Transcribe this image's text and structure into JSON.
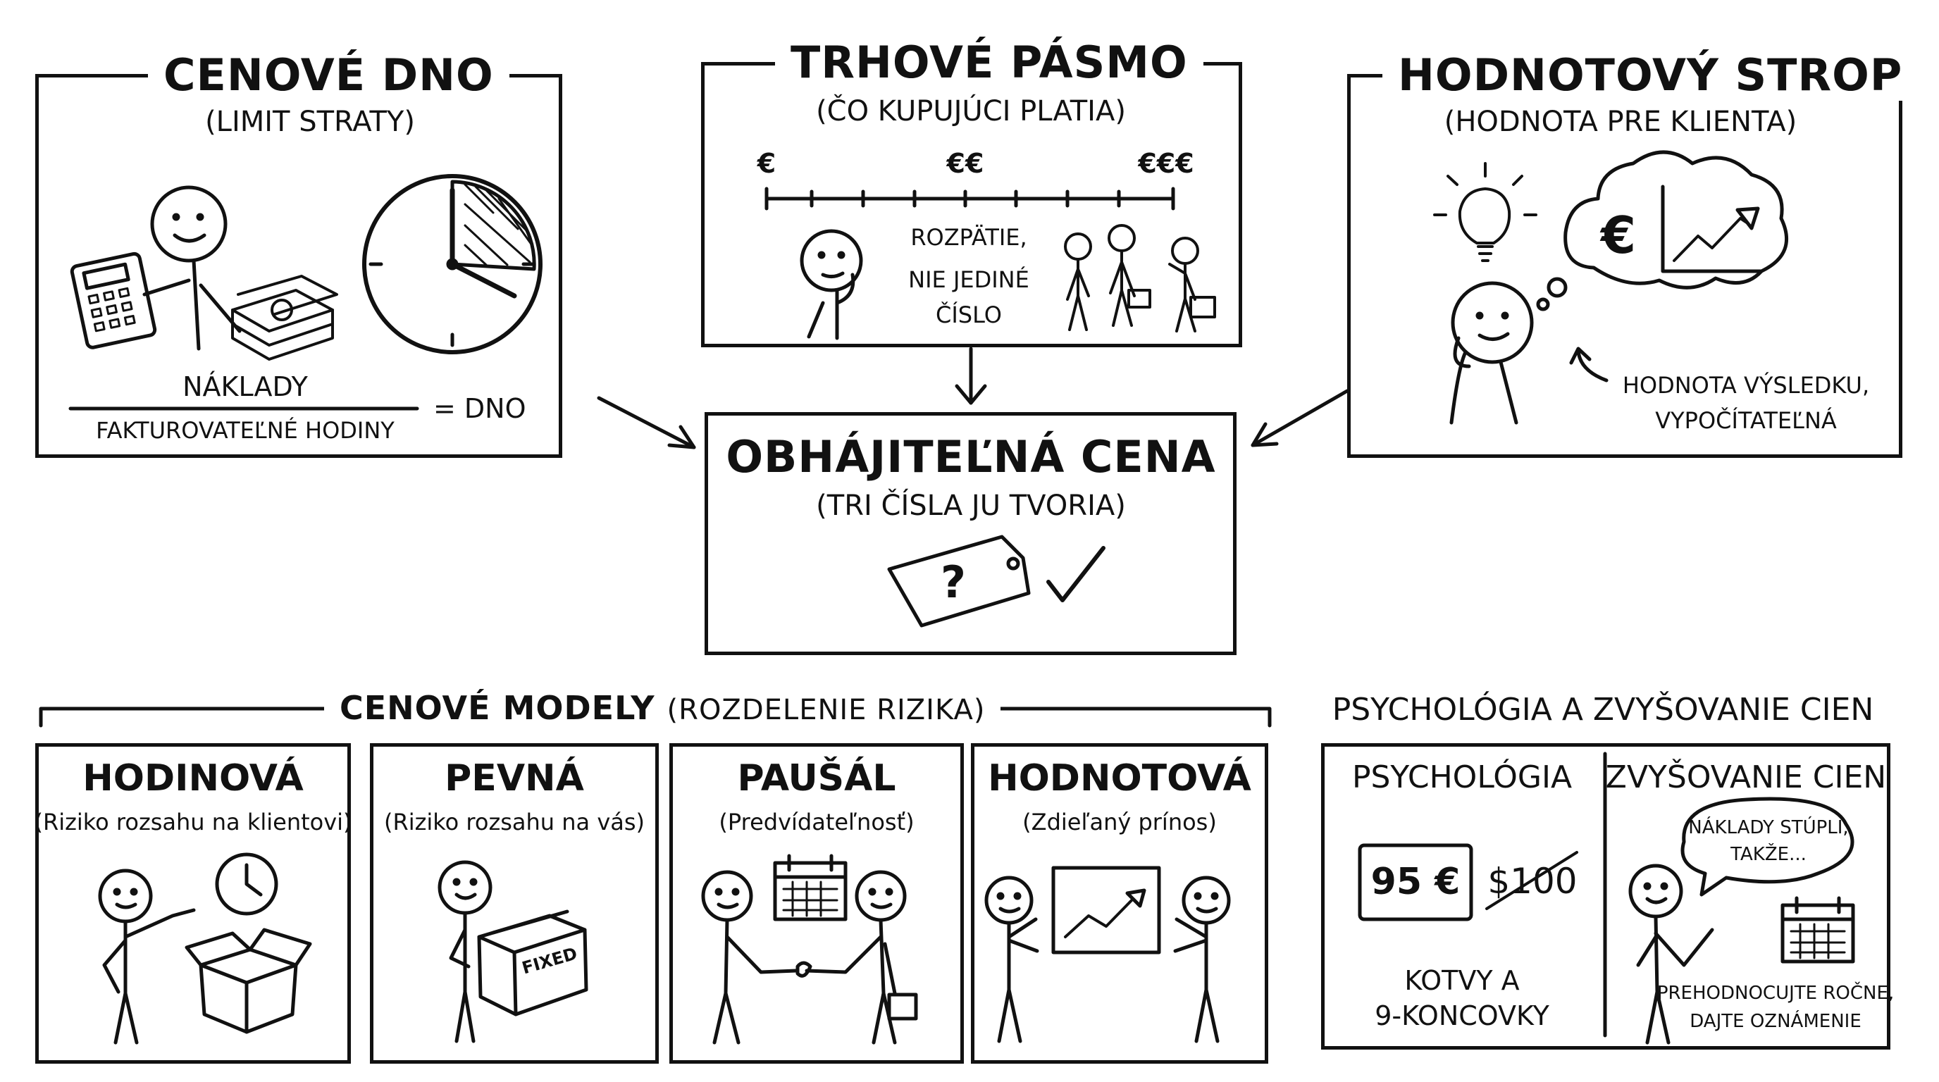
{
  "floor": {
    "title": "CENOVÉ DNO",
    "subtitle": "(LIMIT STRATY)",
    "numerator": "NÁKLADY",
    "denominator": "FAKTUROVATEĽNÉ HODINY",
    "result": "= DNO"
  },
  "market": {
    "title": "TRHOVÉ PÁSMO",
    "subtitle": "(ČO KUPUJÚCI PLATIA)",
    "scale_low": "€",
    "scale_mid": "€€",
    "scale_high": "€€€",
    "note_line1": "ROZPÄTIE,",
    "note_line2": "NIE JEDINÉ",
    "note_line3": "ČÍSLO"
  },
  "ceiling": {
    "title": "HODNOTOVÝ STROP",
    "subtitle": "(HODNOTA PRE KLIENTA)",
    "cloud_symbol": "€",
    "note_line1": "HODNOTA VÝSLEDKU,",
    "note_line2": "VYPOČÍTATEĽNÁ"
  },
  "center": {
    "title": "OBHÁJITEĽNÁ CENA",
    "subtitle": "(TRI ČÍSLA JU TVORIA)",
    "tag_symbol": "?"
  },
  "models": {
    "header_bold": "CENOVÉ MODELY",
    "header_rest": "(ROZDELENIE RIZIKA)",
    "items": [
      {
        "title": "HODINOVÁ",
        "desc": "(Riziko rozsahu na klientovi)"
      },
      {
        "title": "PEVNÁ",
        "desc": "(Riziko rozsahu na vás)"
      },
      {
        "title": "PAUŠÁL",
        "desc": "(Predvídateľnosť)"
      },
      {
        "title": "HODNOTOVÁ",
        "desc": "(Zdieľaný prínos)"
      }
    ],
    "fixed_box_label": "FIXED"
  },
  "psych": {
    "header": "PSYCHOLÓGIA A ZVYŠOVANIE CIEN",
    "left_title": "PSYCHOLÓGIA",
    "price_new": "95 €",
    "price_old": "$100",
    "left_note_line1": "KOTVY A",
    "left_note_line2": "9-KONCOVKY",
    "right_title": "ZVYŠOVANIE CIEN",
    "bubble_line1": "NÁKLADY STÚPLI,",
    "bubble_line2": "TAKŽE...",
    "right_note_line1": "PREHODNOCUJTE ROČNE,",
    "right_note_line2": "DAJTE OZNÁMENIE"
  }
}
